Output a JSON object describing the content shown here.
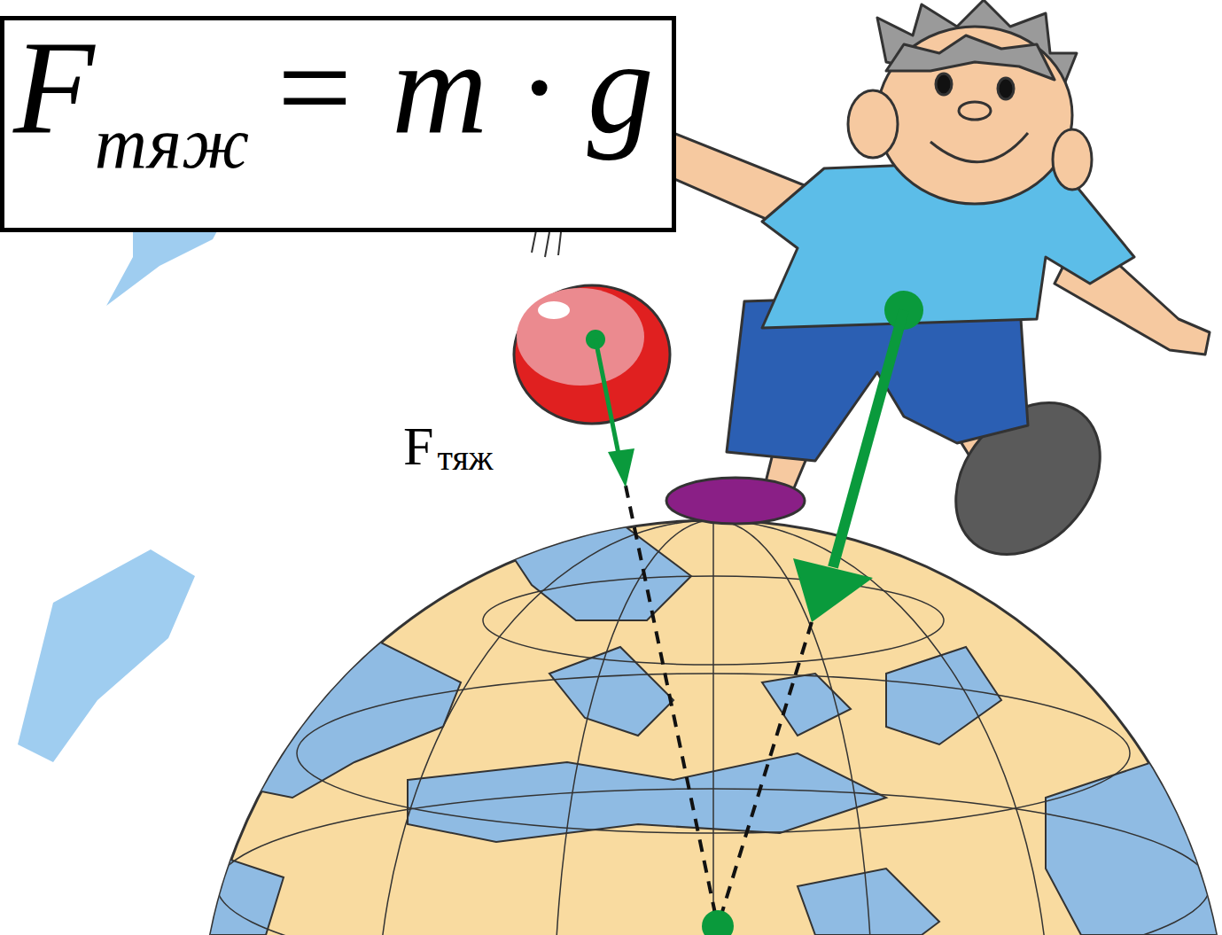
{
  "diagram": {
    "nodes": [
      {
        "text": [
          "F",
          "тяж",
          "= m · g"
        ]
      }
    ],
    "labels": [
      "F",
      "тяж"
    ]
  }
}
